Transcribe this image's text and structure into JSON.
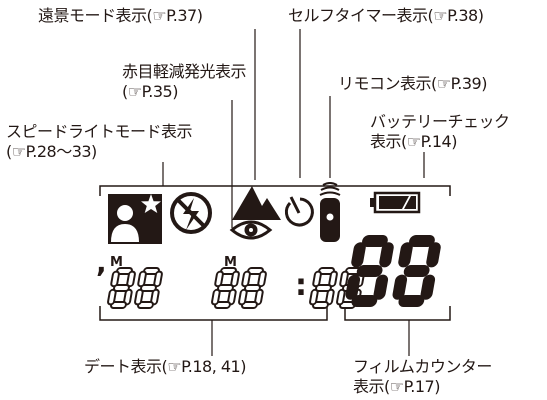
{
  "labels": {
    "landscape": "遠景モード表示(☞P.37)",
    "selftimer": "セルフタイマー表示(☞P.38)",
    "redeye": "赤目軽減発光表示\n(☞P.35)",
    "remote": "リモコン表示(☞P.39)",
    "battery": "バッテリーチェック\n表示(☞P.14)",
    "speedlight": "スピードライトモード表示\n(☞P.28〜33)",
    "date": "デート表示(☞P.18, 41)",
    "counter": "フィルムカウンター\n表示(☞P.17)"
  },
  "lcd": {
    "month_mark_1": "M",
    "month_mark_2": "M",
    "year_tick": ",",
    "time_colon": ":",
    "date_digits": [
      "88",
      "88",
      "88"
    ],
    "counter_digits": "88"
  },
  "colors": {
    "ink": "#231815",
    "paper": "#ffffff"
  }
}
